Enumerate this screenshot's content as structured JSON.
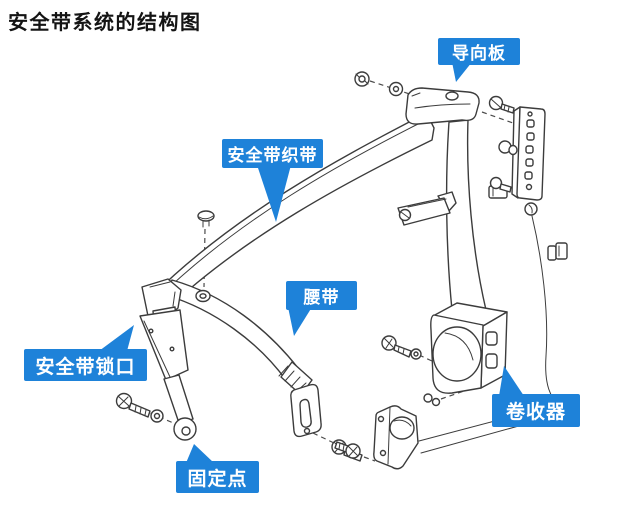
{
  "title": "安全带系统的结构图",
  "callouts": [
    {
      "id": "guide-plate",
      "label": "导向板"
    },
    {
      "id": "webbing",
      "label": "安全带织带"
    },
    {
      "id": "lap-belt",
      "label": "腰带"
    },
    {
      "id": "buckle",
      "label": "安全带锁口"
    },
    {
      "id": "anchor-point",
      "label": "固定点"
    },
    {
      "id": "retractor",
      "label": "卷收器"
    }
  ],
  "colors": {
    "callout_background": "#1e82d9",
    "callout_text": "#ffffff",
    "line_art": "#3c3c3c",
    "canvas_background": "#ffffff"
  }
}
